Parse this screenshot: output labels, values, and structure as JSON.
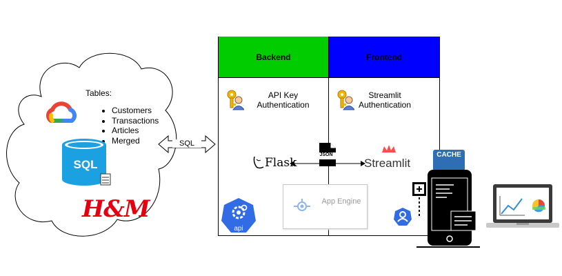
{
  "cloud": {
    "tables_label": "Tables:",
    "tables": [
      "Customers",
      "Transactions",
      "Articles",
      "Merged"
    ],
    "sql_label": "SQL",
    "brand_label": "H&M"
  },
  "connector": {
    "label": "SQL"
  },
  "backend": {
    "header": "Backend",
    "header_color": "#00cc00",
    "auth_label": "API Key Authentication",
    "framework_label": "Flask",
    "api_badge": "api"
  },
  "frontend": {
    "header": "Frontend",
    "header_color": "#0000ff",
    "auth_label": "Streamlit Authentication",
    "framework_label": "Streamlit"
  },
  "json_badge": "JSON",
  "app_engine_label": "App Engine",
  "cache_label": "CACHE"
}
